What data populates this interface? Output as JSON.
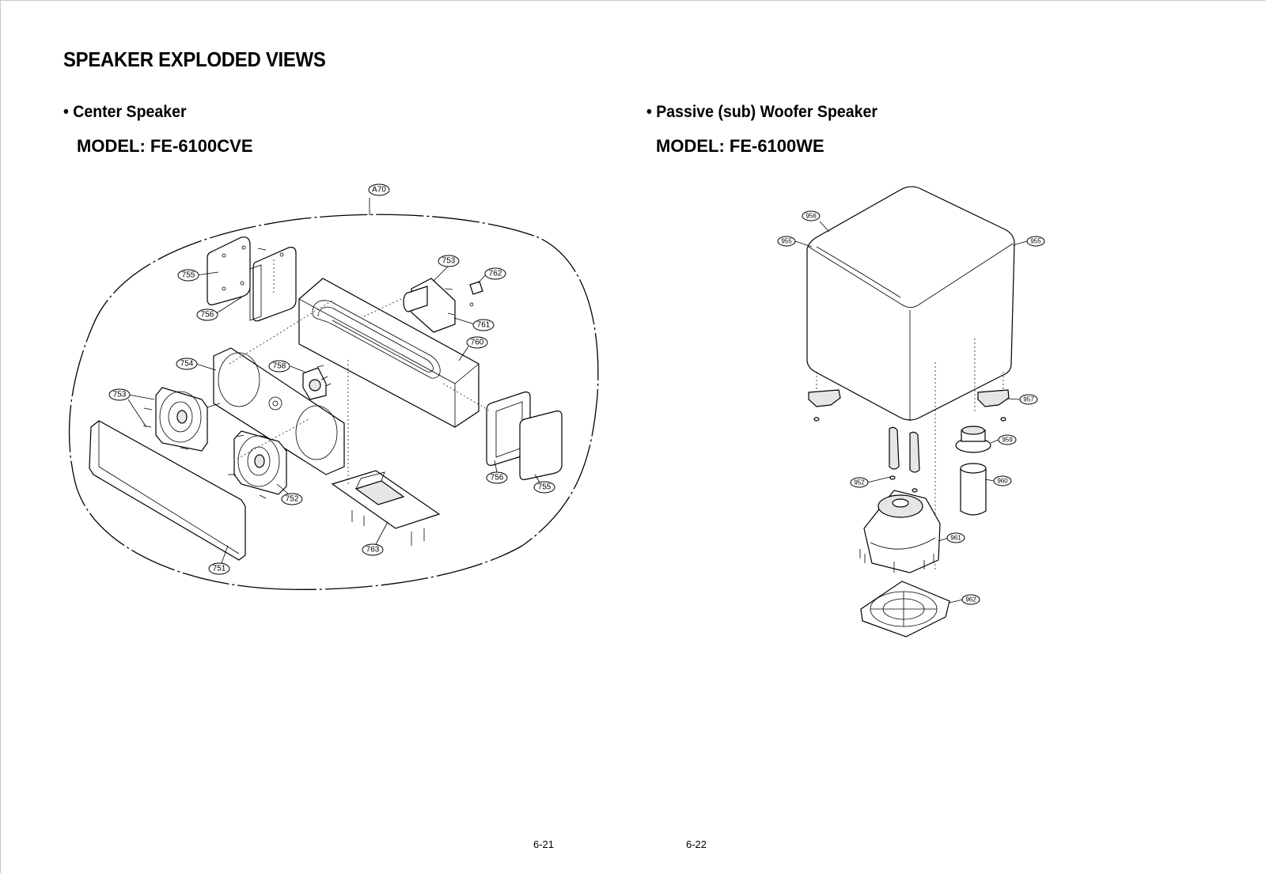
{
  "page": {
    "title": "SPEAKER EXPLODED VIEWS",
    "page_numbers": [
      "6-21",
      "6-22"
    ]
  },
  "center_speaker": {
    "heading": "• Center Speaker",
    "model": "MODEL: FE-6100CVE",
    "callouts": {
      "a70": "A70",
      "p753_top": "753",
      "p762": "762",
      "p755_top": "755",
      "p756_top": "756",
      "p761": "761",
      "p760": "760",
      "p754": "754",
      "p758": "758",
      "p753_left": "753",
      "p756_right": "756",
      "p755_right": "755",
      "p752": "752",
      "p763": "763",
      "p751": "751"
    }
  },
  "woofer_speaker": {
    "heading": "• Passive (sub) Woofer Speaker",
    "model": "MODEL: FE-6100WE",
    "callouts": {
      "p956": "956",
      "p955_left": "955",
      "p955_right": "955",
      "p957": "957",
      "p959": "959",
      "p952": "952",
      "p960": "960",
      "p961": "961",
      "p962": "962"
    }
  }
}
